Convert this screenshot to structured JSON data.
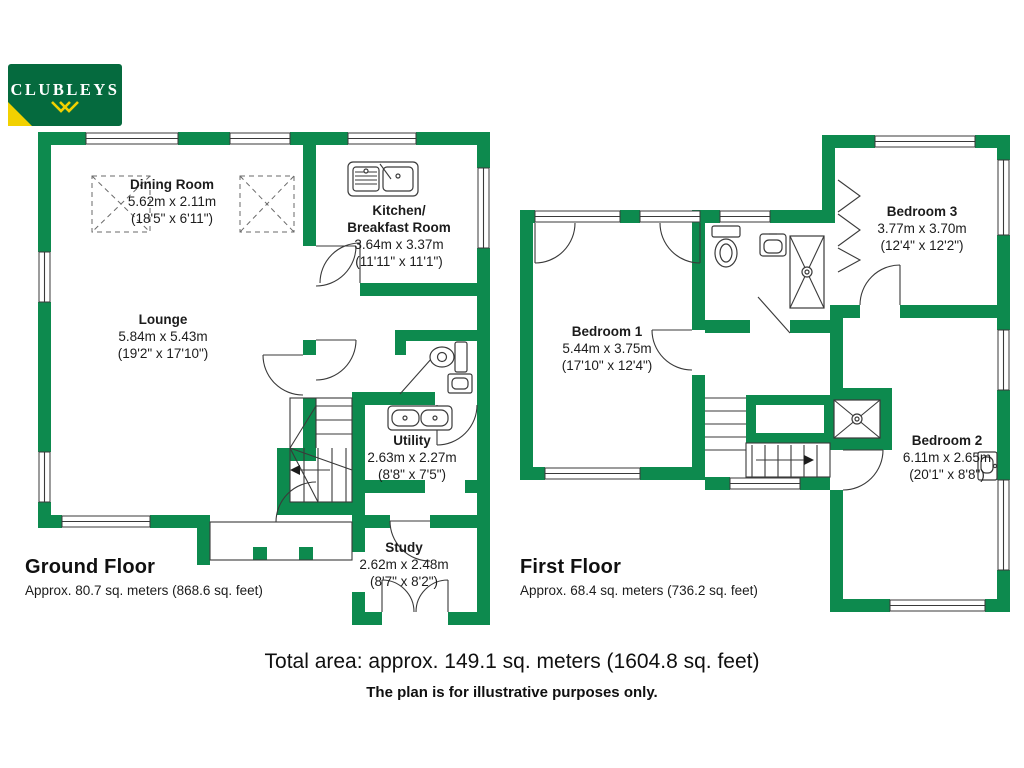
{
  "logo": {
    "brand": "CLUBLEYS"
  },
  "colors": {
    "wall_green": "#0d8a4e",
    "logo_green": "#056a3e",
    "accent_yellow": "#f2d100",
    "line": "#3a3a3a"
  },
  "floors": [
    {
      "title": "Ground Floor",
      "area": "Approx. 80.7 sq. meters (868.6 sq. feet)",
      "rooms": [
        {
          "name": "Dining Room",
          "metric": "5.62m x 2.11m",
          "imperial": "(18'5\" x 6'11\")"
        },
        {
          "name": "Kitchen/\nBreakfast Room",
          "metric": "3.64m x 3.37m",
          "imperial": "(11'11\" x 11'1\")"
        },
        {
          "name": "Lounge",
          "metric": "5.84m x 5.43m",
          "imperial": "(19'2\" x 17'10\")"
        },
        {
          "name": "Utility",
          "metric": "2.63m x 2.27m",
          "imperial": "(8'8\" x 7'5\")"
        },
        {
          "name": "Study",
          "metric": "2.62m x 2.48m",
          "imperial": "(8'7\" x 8'2\")"
        }
      ]
    },
    {
      "title": "First Floor",
      "area": "Approx. 68.4 sq. meters (736.2 sq. feet)",
      "rooms": [
        {
          "name": "Bedroom 1",
          "metric": "5.44m x 3.75m",
          "imperial": "(17'10\" x 12'4\")"
        },
        {
          "name": "Bedroom 3",
          "metric": "3.77m x 3.70m",
          "imperial": "(12'4\" x 12'2\")"
        },
        {
          "name": "Bedroom 2",
          "metric": "6.11m x 2.65m",
          "imperial": "(20'1\" x 8'8\")"
        }
      ]
    }
  ],
  "footer": {
    "total_area": "Total area: approx. 149.1 sq. meters (1604.8 sq. feet)",
    "disclaimer": "The plan is for illustrative purposes only."
  }
}
